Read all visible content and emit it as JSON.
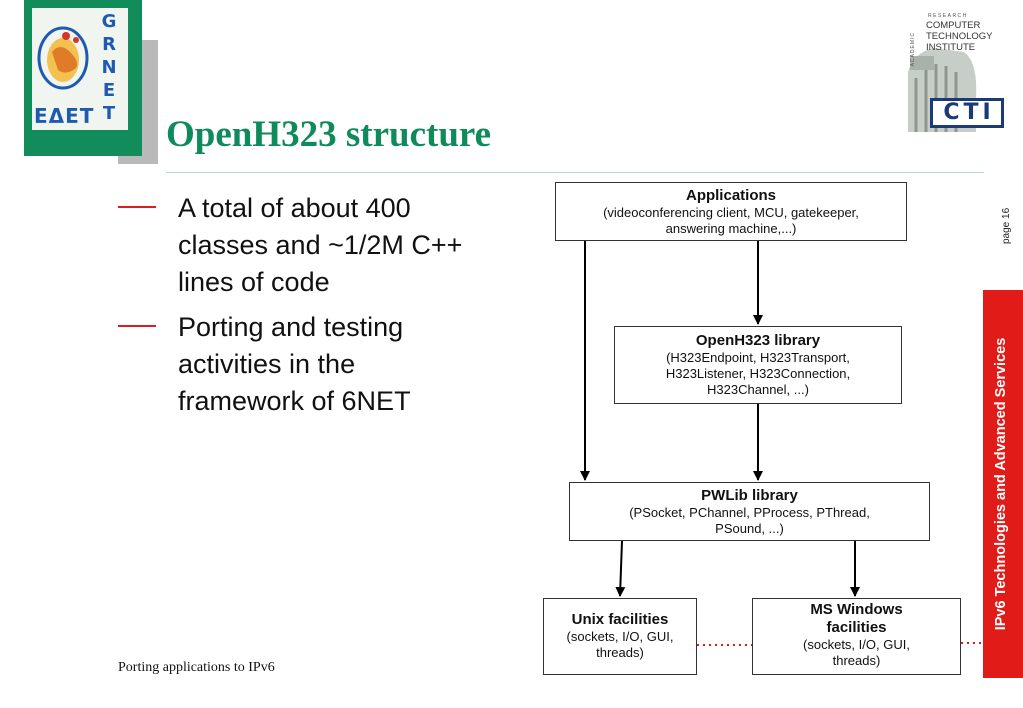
{
  "logos": {
    "grnet": {
      "latin": [
        "G",
        "R",
        "N",
        "E",
        "T"
      ],
      "greek": "ΕΔΕΤ"
    },
    "cti": {
      "small_top": "RESEARCH",
      "small_side": "ACADEMIC",
      "lines": [
        "COMPUTER",
        "TECHNOLOGY",
        "INSTITUTE"
      ],
      "mark": "CTI"
    }
  },
  "slide": {
    "title": "OpenH323 structure",
    "page_label": "page 16",
    "side_banner": "IPv6 Technologies and Advanced Services",
    "footer": "Porting applications to IPv6"
  },
  "bullets": [
    "A total of about 400 classes and ~1/2M C++ lines of code",
    "Porting and testing activities in the framework of 6NET"
  ],
  "diagram": {
    "applications": {
      "title": "Applications",
      "lines": [
        "(videoconferencing client, MCU, gatekeeper,",
        "answering machine,...)"
      ]
    },
    "openh323": {
      "title": "OpenH323 library",
      "lines": [
        "(H323Endpoint, H323Transport,",
        "H323Listener, H323Connection,",
        "H323Channel, ...)"
      ]
    },
    "pwlib": {
      "title": "PWLib library",
      "lines": [
        "(PSocket, PChannel, PProcess, PThread,",
        "PSound, ...)"
      ]
    },
    "unix": {
      "title": "Unix facilities",
      "lines": [
        "(sockets, I/O, GUI,",
        "threads)"
      ]
    },
    "windows": {
      "title_lines": [
        "MS Windows",
        "facilities"
      ],
      "lines": [
        "(sockets, I/O, GUI,",
        "threads)"
      ]
    },
    "colors": {
      "arrow": "#000000",
      "dotted_link": "#e11b17"
    }
  }
}
